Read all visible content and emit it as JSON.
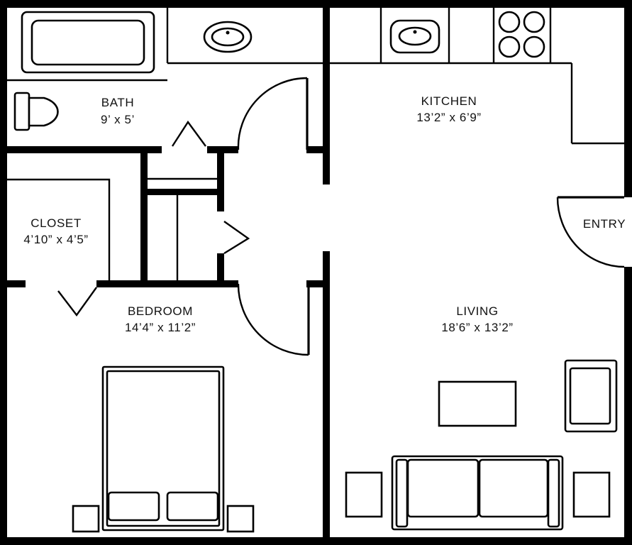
{
  "rooms": {
    "bath": {
      "name": "BATH",
      "size": "9’ x 5’"
    },
    "kitchen": {
      "name": "KITCHEN",
      "size": "13’2” x 6’9”"
    },
    "closet": {
      "name": "CLOSET",
      "size": "4’10” x 4’5”"
    },
    "entry": {
      "name": "ENTRY"
    },
    "bedroom": {
      "name": "BEDROOM",
      "size": "14’4” x 11’2”"
    },
    "living": {
      "name": "LIVING",
      "size": "18’6” x 13’2”"
    }
  },
  "colors": {
    "wall": "#000000",
    "background": "#ffffff",
    "text": "#111111"
  }
}
